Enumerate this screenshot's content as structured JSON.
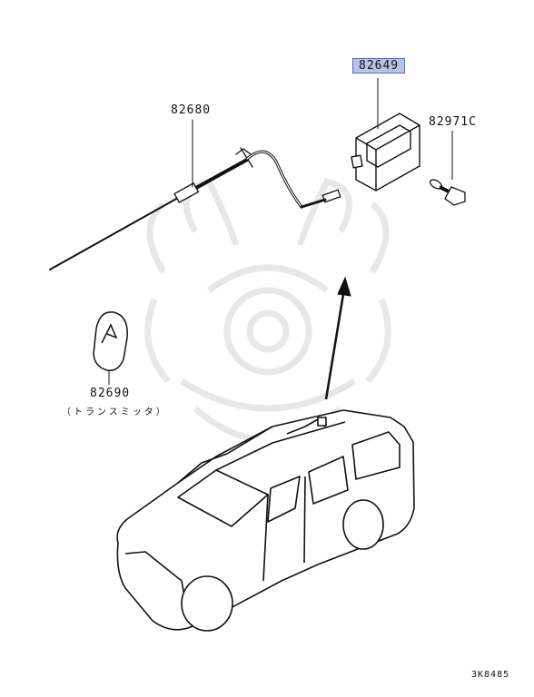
{
  "diagram": {
    "parts": [
      {
        "id": "receiver",
        "number": "82649",
        "highlighted": true
      },
      {
        "id": "antenna",
        "number": "82680"
      },
      {
        "id": "screw",
        "number": "82971C"
      },
      {
        "id": "transmitter",
        "number": "82690",
        "note": "（トランスミッタ）"
      }
    ],
    "figure_code": "3K8485",
    "highlight_color": "#b9c3ea"
  }
}
